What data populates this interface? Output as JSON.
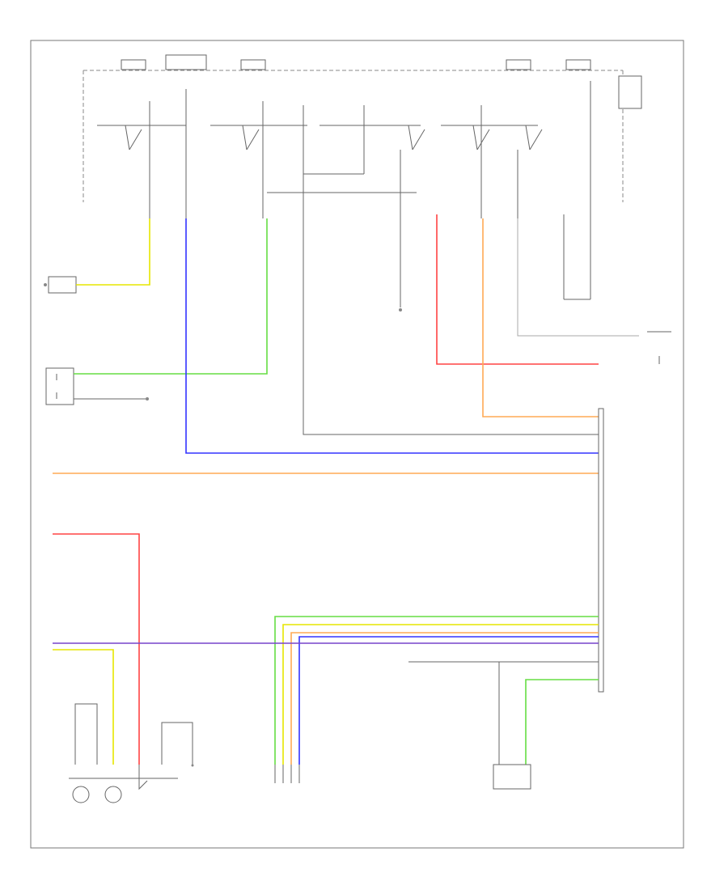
{
  "labels": {
    "footer_code": ""
  },
  "colors": {
    "yellow": "#e6e600",
    "green": "#66dd44",
    "blue": "#3333ff",
    "red": "#ff4444",
    "orange": "#ffaa55",
    "violet": "#7744cc",
    "black": "#666666"
  },
  "components": [
    {
      "id": "top-relays",
      "icon": "relay-switch-icon"
    },
    {
      "id": "left-actuator",
      "icon": "motor-icon"
    },
    {
      "id": "left-switch-module",
      "icon": "switch-icon"
    },
    {
      "id": "ground-point",
      "icon": "ground-icon"
    },
    {
      "id": "control-module",
      "icon": "module-icon"
    },
    {
      "id": "front-sensors",
      "icon": "sensor-icon"
    },
    {
      "id": "wheel-speed-sensor",
      "icon": "sensor-icon"
    },
    {
      "id": "bottom-connector",
      "icon": "connector-icon"
    }
  ]
}
